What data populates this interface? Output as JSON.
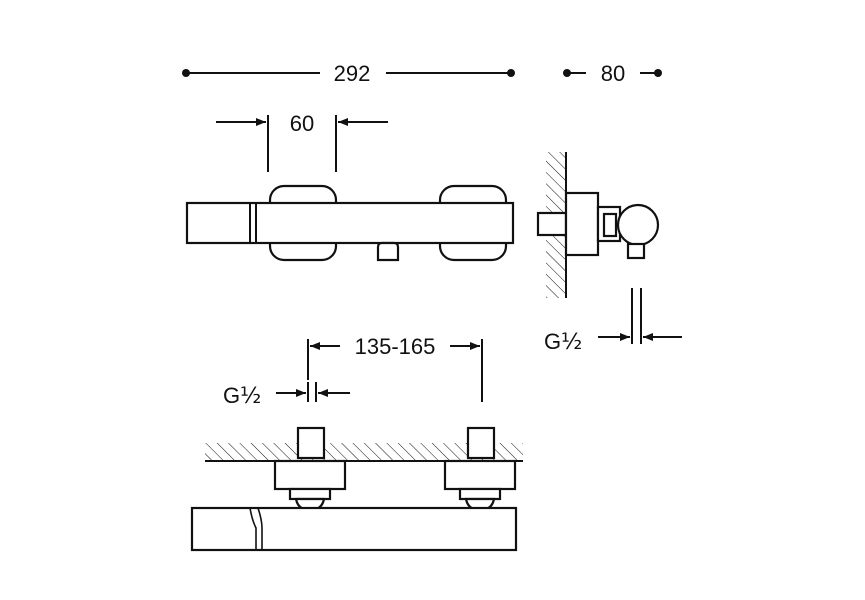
{
  "dimensions": {
    "overall_width": "292",
    "depth": "80",
    "handle_width": "60",
    "centers": "135-165",
    "thread_top_prefix": "G",
    "thread_top_frac": "½",
    "thread_bottom_prefix": "G",
    "thread_bottom_frac": "½"
  }
}
